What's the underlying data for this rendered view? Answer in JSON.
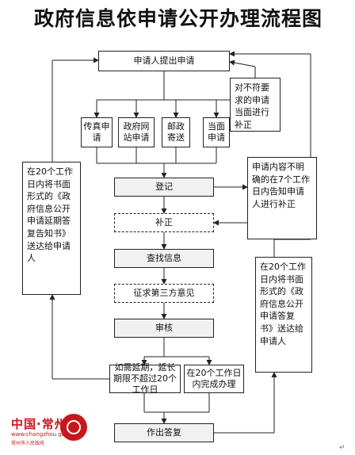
{
  "title": "政府信息依申请公开办理流程图",
  "nodes": {
    "applicant_submits": "申请人提出申请",
    "channel_inperson": "当面申请",
    "channel_mail": "邮政寄送",
    "channel_website": "政府网站申请",
    "channel_fax": "传真申请",
    "improper_request_note": "对不符要求的申请当面进行补正",
    "register": "登记",
    "supplement": "补正",
    "unclear_request_note": "申请内容不明确的在7个工作日内告知申请人进行补正",
    "search_info": "查找信息",
    "third_party_opinion": "征求第三方意见",
    "review": "审核",
    "within_20_days_done": "在20个工作日内完成办理",
    "extension_needed": "如需延期，延长期限不超过20个工作日",
    "reply": "作出答复",
    "right_note": "在20个工作日内将书面形式的《政府信息公开申请答复书》送达给申请人",
    "left_note": "在20个工作日内将书面形式的《政府信息公开申请延期答复告知书》送达给申请人"
  },
  "logo": {
    "name": "中国·常州",
    "url": "www.changzhou.gov.cn",
    "sub": "常州市人民政府"
  },
  "corner_mark": "↵",
  "colors": {
    "line": "#222222",
    "shade": "#f1f1f1",
    "logo": "#c8161d"
  },
  "icons": [
    "arrow-icon",
    "logo-seal-icon"
  ]
}
